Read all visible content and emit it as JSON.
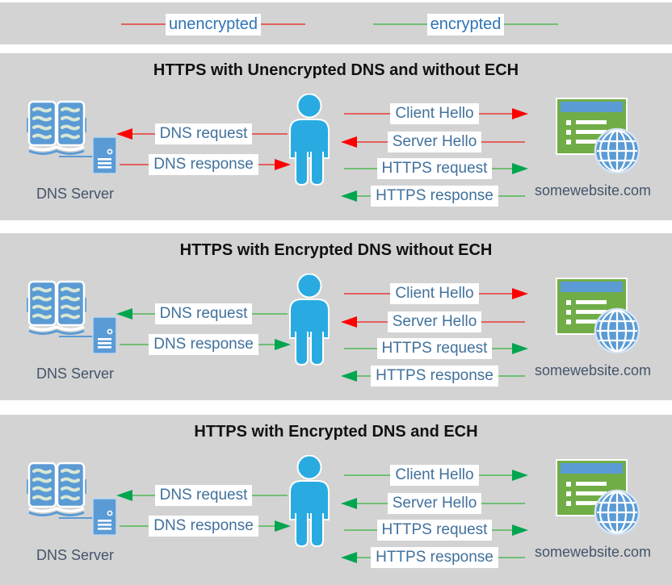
{
  "legend": {
    "items": [
      {
        "label": "unencrypted",
        "color": "red"
      },
      {
        "label": "encrypted",
        "color": "green"
      }
    ]
  },
  "colors": {
    "panel_background": "#d3d3d3",
    "unencrypted_line": "#e2615d",
    "unencrypted_arrowhead": "#fe0000",
    "encrypted_line": "#70bf73",
    "encrypted_arrowhead": "#00a550",
    "label_text": "#41719c",
    "legend_text": "#2e74b5",
    "caption_text": "#44546a",
    "person_blue": "#29abe2",
    "icon_blue": "#5b9bd5",
    "website_green": "#70ad47",
    "title_text": "#111111"
  },
  "panels": [
    {
      "title": "HTTPS with Unencrypted DNS and without ECH",
      "dns_server_label": "DNS Server",
      "website_label": "somewebsite.com",
      "dns_arrows": [
        {
          "label": "DNS request",
          "color": "red",
          "dir": "left"
        },
        {
          "label": "DNS response",
          "color": "red",
          "dir": "right"
        }
      ],
      "https_arrows": [
        {
          "label": "Client Hello",
          "color": "red",
          "dir": "right"
        },
        {
          "label": "Server Hello",
          "color": "red",
          "dir": "left"
        },
        {
          "label": "HTTPS request",
          "color": "green",
          "dir": "right"
        },
        {
          "label": "HTTPS response",
          "color": "green",
          "dir": "left"
        }
      ]
    },
    {
      "title": "HTTPS with Encrypted DNS without ECH",
      "dns_server_label": "DNS Server",
      "website_label": "somewebsite.com",
      "dns_arrows": [
        {
          "label": "DNS request",
          "color": "green",
          "dir": "left"
        },
        {
          "label": "DNS response",
          "color": "green",
          "dir": "right"
        }
      ],
      "https_arrows": [
        {
          "label": "Client Hello",
          "color": "red",
          "dir": "right"
        },
        {
          "label": "Server Hello",
          "color": "red",
          "dir": "left"
        },
        {
          "label": "HTTPS request",
          "color": "green",
          "dir": "right"
        },
        {
          "label": "HTTPS response",
          "color": "green",
          "dir": "left"
        }
      ]
    },
    {
      "title": "HTTPS with Encrypted DNS and ECH",
      "dns_server_label": "DNS Server",
      "website_label": "somewebsite.com",
      "dns_arrows": [
        {
          "label": "DNS request",
          "color": "green",
          "dir": "left"
        },
        {
          "label": "DNS response",
          "color": "green",
          "dir": "right"
        }
      ],
      "https_arrows": [
        {
          "label": "Client Hello",
          "color": "green",
          "dir": "right"
        },
        {
          "label": "Server Hello",
          "color": "green",
          "dir": "left"
        },
        {
          "label": "HTTPS request",
          "color": "green",
          "dir": "right"
        },
        {
          "label": "HTTPS response",
          "color": "green",
          "dir": "left"
        }
      ]
    }
  ]
}
